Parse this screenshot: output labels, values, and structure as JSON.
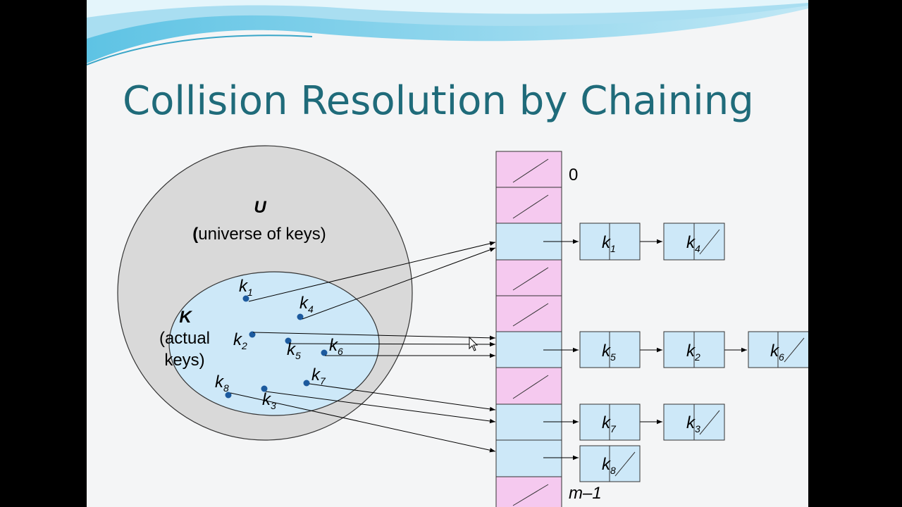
{
  "slide": {
    "title": "Collision Resolution by Chaining"
  },
  "universe": {
    "symbol": "U",
    "caption_open": "(",
    "caption_rest": "universe of keys)"
  },
  "actual": {
    "symbol": "K",
    "line1": "(actual",
    "line2": "keys)"
  },
  "keys": [
    {
      "name": "k",
      "sub": "1"
    },
    {
      "name": "k",
      "sub": "4"
    },
    {
      "name": "k",
      "sub": "2"
    },
    {
      "name": "k",
      "sub": "5"
    },
    {
      "name": "k",
      "sub": "6"
    },
    {
      "name": "k",
      "sub": "7"
    },
    {
      "name": "k",
      "sub": "8"
    },
    {
      "name": "k",
      "sub": "3"
    }
  ],
  "table": {
    "first_index": "0",
    "last_index": "m–1",
    "slot_colors": {
      "empty": "#f5c9ef",
      "used": "#cde8f8"
    }
  },
  "chains": {
    "row2": [
      {
        "name": "k",
        "sub": "1"
      },
      {
        "name": "k",
        "sub": "4"
      }
    ],
    "row5": [
      {
        "name": "k",
        "sub": "5"
      },
      {
        "name": "k",
        "sub": "2"
      },
      {
        "name": "k",
        "sub": "6"
      }
    ],
    "row7": [
      {
        "name": "k",
        "sub": "7"
      },
      {
        "name": "k",
        "sub": "3"
      }
    ],
    "row8": [
      {
        "name": "k",
        "sub": "8"
      }
    ]
  }
}
